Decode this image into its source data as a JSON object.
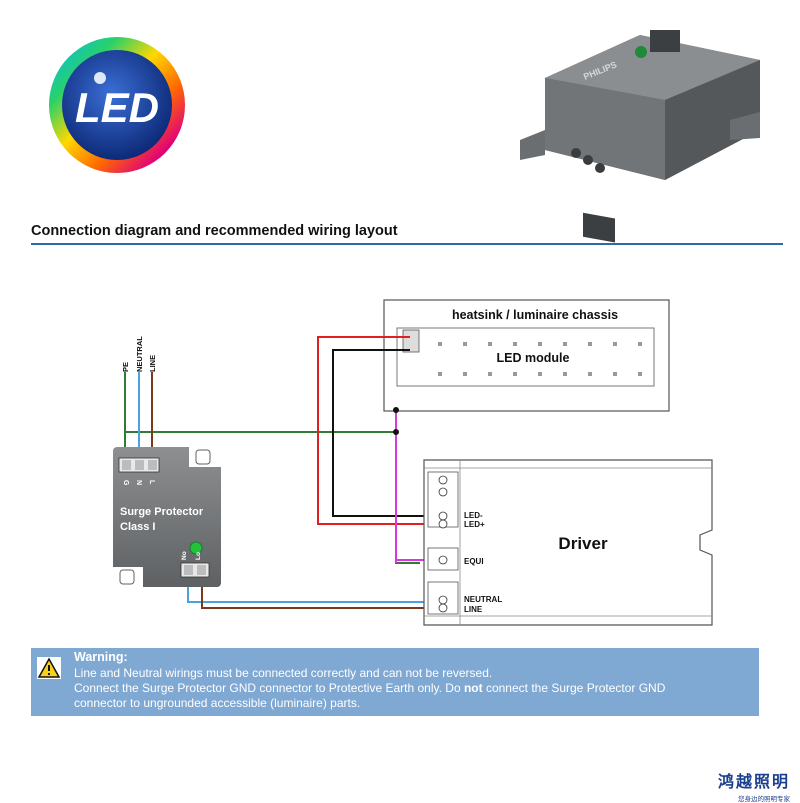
{
  "logo": {
    "text": "LED"
  },
  "product": {
    "brand_text": "PHILIPS"
  },
  "section": {
    "heading": "Connection diagram and recommended wiring layout"
  },
  "diagram": {
    "chassis_label": "heatsink / luminaire chassis",
    "led_module_label": "LED module",
    "driver_label": "Driver",
    "surge_label_line1": "Surge Protector",
    "surge_label_line2": "Class I",
    "input_labels": [
      "PE",
      "NEUTRAL",
      "LINE"
    ],
    "surge_terminals": [
      "G",
      "N",
      "L"
    ],
    "surge_output_terminals": [
      "No",
      "Lo"
    ],
    "driver_terminals": {
      "led_minus": "LED-",
      "led_plus": "LED+",
      "equi": "EQUI",
      "neutral": "NEUTRAL",
      "line": "LINE"
    },
    "wire_colors": {
      "pe": "#2e7d32",
      "neutral": "#4aa3df",
      "line": "#7a3a1e",
      "led_plus": "#e02020",
      "led_minus": "#111111",
      "equi": "#d63adf"
    }
  },
  "warning": {
    "title": "Warning:",
    "line1": "Line and Neutral wirings must be connected correctly and can not be reversed.",
    "line2_before": "Connect the Surge Protector GND connector to Protective Earth only. Do ",
    "line2_bold": "not",
    "line2_after": " connect the Surge Protector GND",
    "line3": "connector to ungrounded accessible (luminaire) parts."
  },
  "watermark": {
    "name": "鸿越照明",
    "tagline": "您身边的照明专家"
  }
}
